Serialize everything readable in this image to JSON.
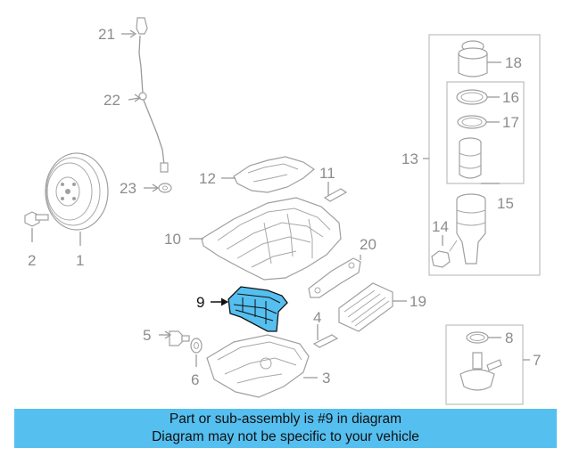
{
  "highlight": {
    "part_number": "9",
    "color": "#55bff0"
  },
  "callouts": {
    "c1": "1",
    "c2": "2",
    "c3": "3",
    "c4": "4",
    "c5": "5",
    "c6": "6",
    "c7": "7",
    "c8": "8",
    "c9": "9",
    "c10": "10",
    "c11": "11",
    "c12": "12",
    "c13": "13",
    "c14": "14",
    "c15": "15",
    "c16": "16",
    "c17": "17",
    "c18": "18",
    "c19": "19",
    "c20": "20",
    "c21": "21",
    "c22": "22",
    "c23": "23"
  },
  "banner": {
    "line1": "Part or sub-assembly is #9 in diagram",
    "line2": "Diagram may not be specific to your vehicle"
  }
}
